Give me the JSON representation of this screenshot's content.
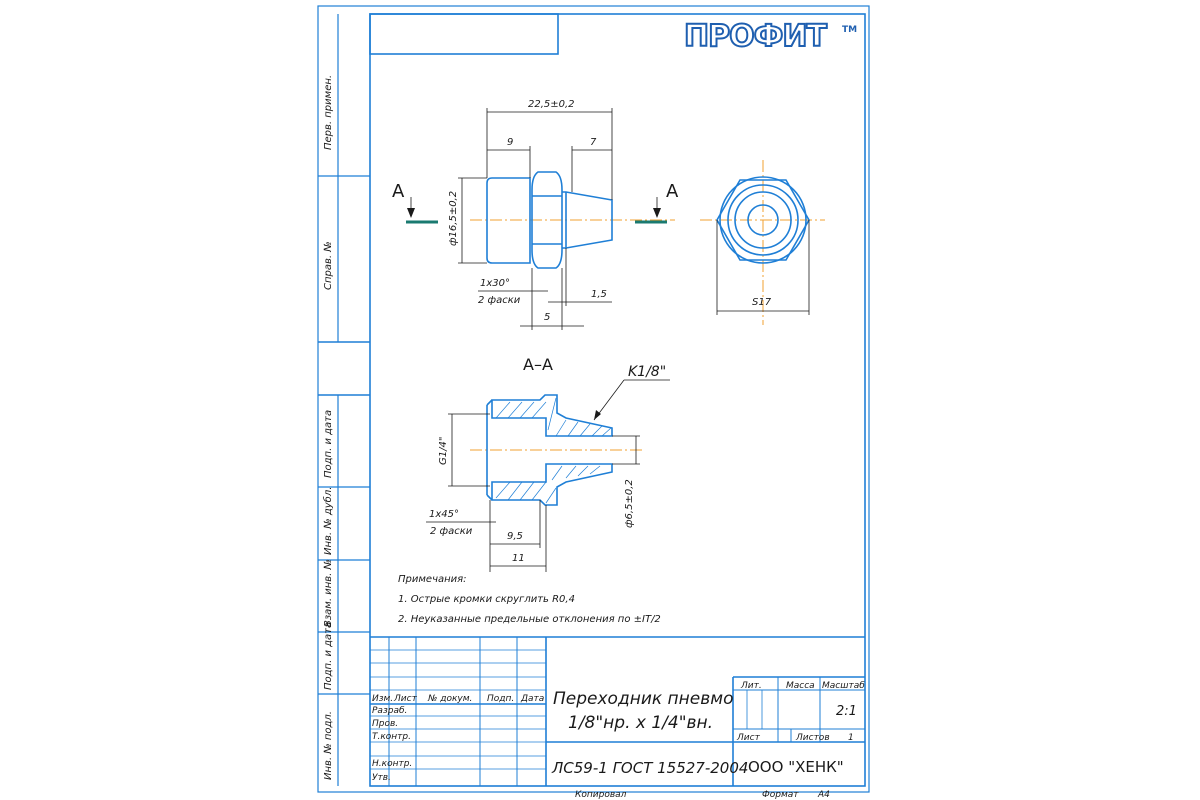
{
  "brand": {
    "logo_text": "ПРОФИТ",
    "trademark": "TM"
  },
  "side_stamp": [
    "Перв. примен.",
    "Справ. №",
    "Подп. и дата",
    "Инв. № дубл.",
    "Взам. инв. №",
    "Подп. и дата",
    "Инв. № подл."
  ],
  "section_title": "А–А",
  "cut_label": "А",
  "dimensions": {
    "overall_length": "22,5±0,2",
    "left_length": "9",
    "right_length": "7",
    "outer_diameter": "ф16,5±0,2",
    "chamfer_1": "1x30°",
    "chamfers_1_count": "2 фаски",
    "hex_width": "5",
    "gap": "1,5",
    "hex_size": "S17",
    "thread_k": "K1/8\"",
    "thread_g": "G1/4\"",
    "inner_diameter": "ф6,5±0,2",
    "chamfer_2": "1x45°",
    "chamfers_2_count": "2 фаски",
    "depth_1": "9,5",
    "depth_2": "11"
  },
  "notes": {
    "heading": "Примечания:",
    "items": [
      "1. Острые кромки скруглить R0,4",
      "2. Неуказанные предельные отклонения по ±IT/2"
    ]
  },
  "title_block": {
    "headers": [
      "Изм.",
      "Лист",
      "№ докум.",
      "Подп.",
      "Дата"
    ],
    "roles": [
      "Разраб.",
      "Пров.",
      "Т.контр.",
      "",
      "Н.контр.",
      "Утв."
    ],
    "name_line1": "Переходник пневмо",
    "name_line2": "1/8\"нр. x 1/4\"вн.",
    "material": "ЛС59-1 ГОСТ 15527-2004",
    "col_lit": "Лит.",
    "col_mass": "Масса",
    "col_scale": "Масштаб",
    "scale_value": "2:1",
    "sheet_label": "Лист",
    "sheets_label": "Листов",
    "sheets_value": "1",
    "company": "ООО \"ХЕНК\"",
    "copied": "Копировал",
    "format_label": "Формат",
    "format_value": "А4"
  }
}
